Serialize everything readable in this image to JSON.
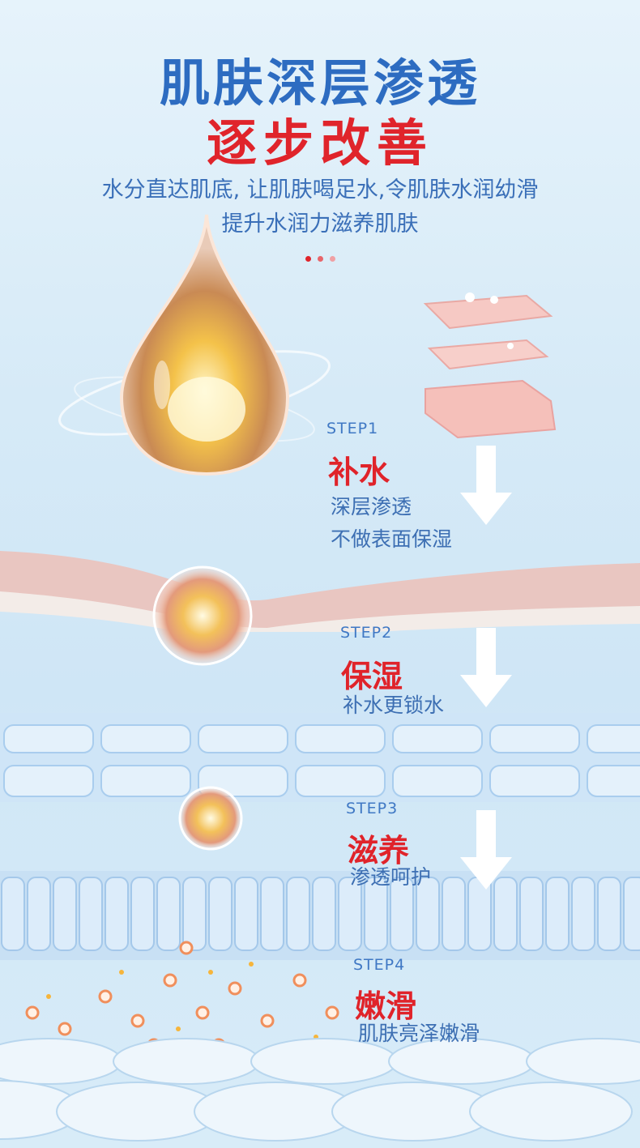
{
  "header": {
    "title_main": "肌肤深层渗透",
    "title_accent": "逐步改善",
    "subtitle_line1": "水分直达肌底, 让肌肤喝足水,令肌肤水润幼滑",
    "subtitle_line2": "提升水润力滋养肌肤"
  },
  "colors": {
    "blue": "#2d6cc1",
    "red": "#e0242b",
    "dot1": "#e0242b",
    "dot2": "#e8656a",
    "dot3": "#f0a0a4"
  },
  "steps": [
    {
      "label": "STEP1",
      "title": "补水",
      "desc": [
        "深层渗透",
        "不做表面保湿"
      ]
    },
    {
      "label": "STEP2",
      "title": "保湿",
      "desc": [
        "补水更锁水"
      ]
    },
    {
      "label": "STEP3",
      "title": "滋养",
      "desc": [
        "渗透呵护"
      ]
    },
    {
      "label": "STEP4",
      "title": "嫩滑",
      "desc": [
        "肌肤亮泽嫩滑"
      ]
    }
  ],
  "icons": {
    "drop": "serum-drop-icon",
    "skin_layers": "skin-layers-icon",
    "arrow": "arrow-down-icon"
  }
}
